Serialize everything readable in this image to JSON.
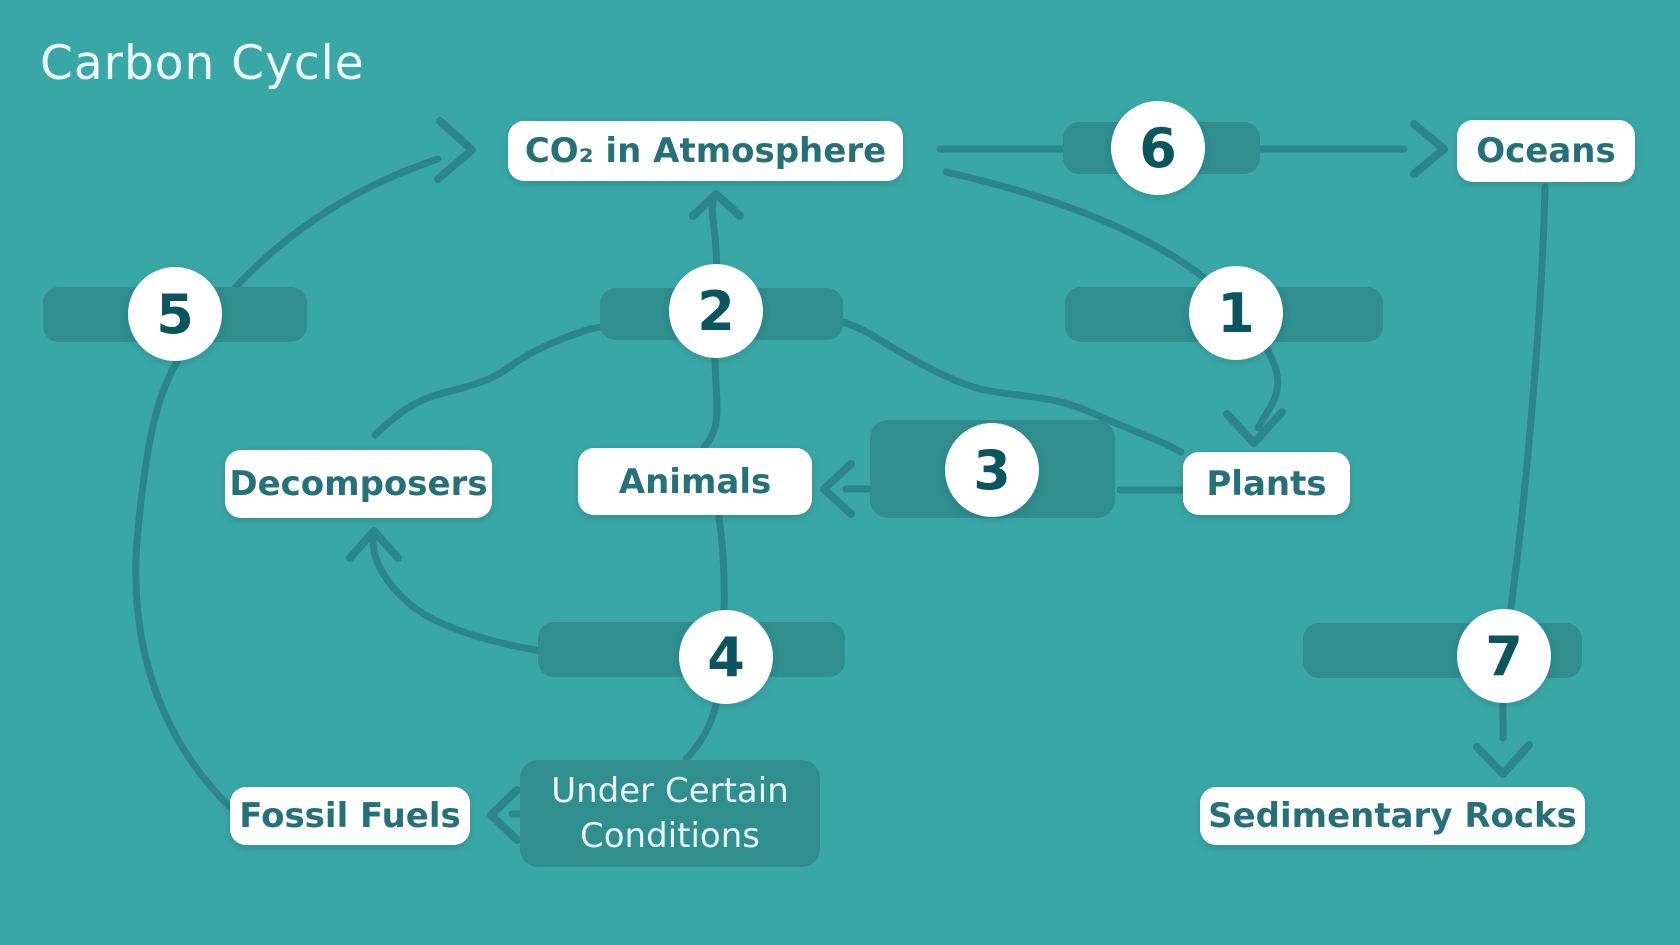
{
  "title": "Carbon Cycle",
  "colors": {
    "background": "#3aa7a7",
    "pill_fill": "#308e8f",
    "connector": "#2b8487",
    "node_fill": "#ffffff",
    "node_text": "#267079",
    "badge_number": "#0b565e",
    "title_text": "#edfafa",
    "dark_box_text": "#e6f6f5"
  },
  "nodes": {
    "co2_atmosphere": {
      "label": "CO₂ in Atmosphere"
    },
    "oceans": {
      "label": "Oceans"
    },
    "decomposers": {
      "label": "Decomposers"
    },
    "animals": {
      "label": "Animals"
    },
    "plants": {
      "label": "Plants"
    },
    "fossil_fuels": {
      "label": "Fossil Fuels"
    },
    "sedimentary_rocks": {
      "label": "Sedimentary Rocks"
    },
    "under_certain_conditions": {
      "line1": "Under Certain",
      "line2": "Conditions"
    }
  },
  "badges": [
    "1",
    "2",
    "3",
    "4",
    "5",
    "6",
    "7"
  ],
  "edges": [
    {
      "number": "1",
      "from": "CO₂ in Atmosphere",
      "to": "Plants"
    },
    {
      "number": "2",
      "from": "Decomposers / Animals / Plants",
      "to": "CO₂ in Atmosphere"
    },
    {
      "number": "3",
      "from": "Plants",
      "to": "Animals"
    },
    {
      "number": "4",
      "from": "Animals",
      "to": "Decomposers / Under Certain Conditions"
    },
    {
      "number": "5",
      "from": "Fossil Fuels",
      "to": "CO₂ in Atmosphere"
    },
    {
      "number": "6",
      "from": "CO₂ in Atmosphere",
      "to": "Oceans"
    },
    {
      "number": "7",
      "from": "Oceans",
      "to": "Sedimentary Rocks"
    },
    {
      "number": "",
      "from": "Under Certain Conditions",
      "to": "Fossil Fuels"
    }
  ]
}
